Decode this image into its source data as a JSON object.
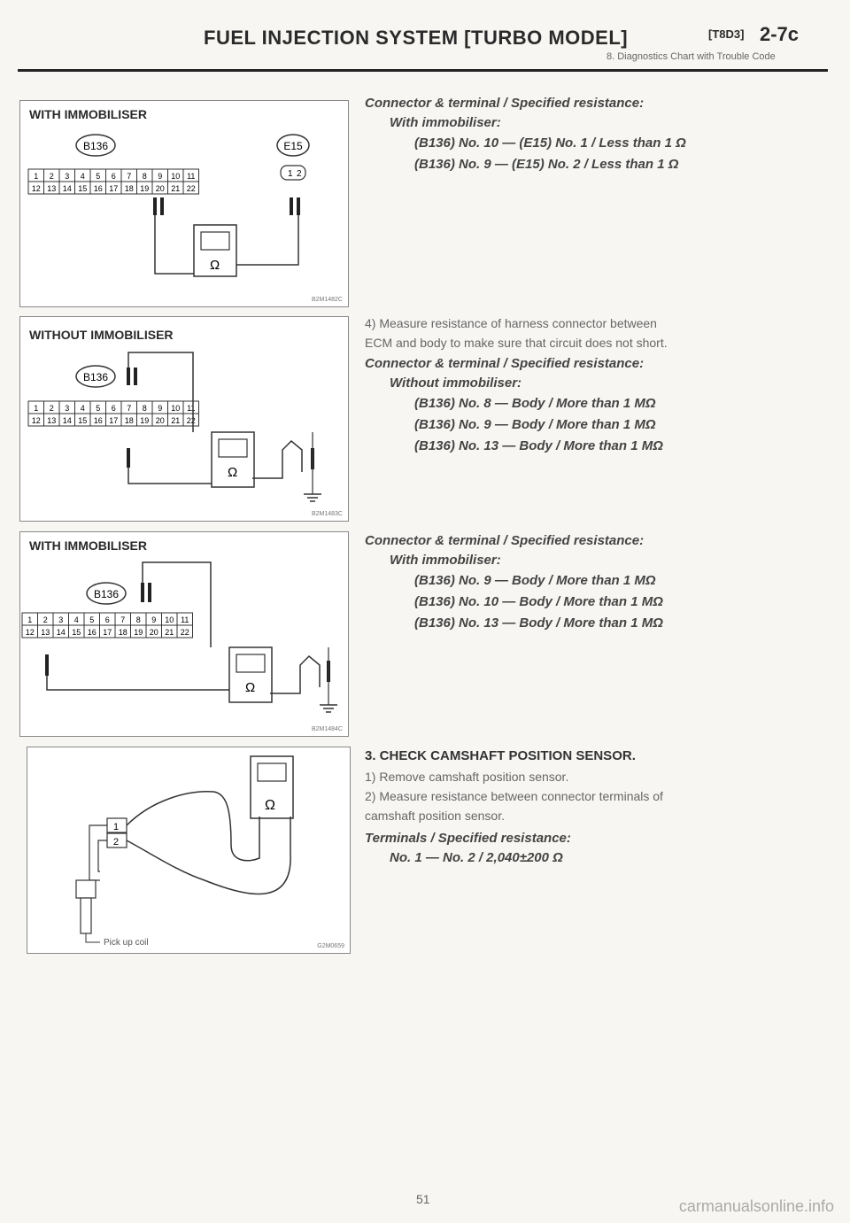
{
  "header": {
    "title": "FUEL INJECTION SYSTEM [TURBO MODEL]",
    "code": "[T8D3]",
    "page": "2-7c",
    "subtitle": "8. Diagnostics Chart with Trouble Code"
  },
  "figures": [
    {
      "title": "WITH IMMOBILISER",
      "id": "B2M1482C",
      "connector_a": "B136",
      "connector_b": "E15",
      "pins_b": [
        "1",
        "2"
      ],
      "symbol": "Ω"
    },
    {
      "title": "WITHOUT IMMOBILISER",
      "id": "B2M1483C",
      "connector_a": "B136",
      "symbol": "Ω"
    },
    {
      "title": "WITH IMMOBILISER",
      "id": "B2M1484C",
      "connector_a": "B136",
      "symbol": "Ω"
    },
    {
      "title": "",
      "id": "G2M0659",
      "pins": [
        "1",
        "2"
      ],
      "label": "Pick up coil",
      "symbol": "Ω"
    }
  ],
  "connector_pins_top": [
    "1",
    "2",
    "3",
    "4",
    "5",
    "6",
    "7",
    "8",
    "9",
    "10",
    "11"
  ],
  "connector_pins_bottom": [
    "12",
    "13",
    "14",
    "15",
    "16",
    "17",
    "18",
    "19",
    "20",
    "21",
    "22"
  ],
  "block1": {
    "heading": "Connector & terminal / Specified resistance:",
    "sub": "With immobiliser:",
    "lines": [
      "(B136) No. 10 — (E15) No. 1 / Less than 1 Ω",
      "(B136) No. 9 — (E15) No. 2 / Less than 1 Ω"
    ]
  },
  "step4": {
    "line1": "4) Measure resistance of harness connector between",
    "line2": "ECM and body to make sure that circuit does not short."
  },
  "block2": {
    "heading": "Connector & terminal / Specified resistance:",
    "sub": "Without immobiliser:",
    "lines": [
      "(B136) No. 8 — Body / More than 1 MΩ",
      "(B136) No. 9 — Body / More than 1 MΩ",
      "(B136) No. 13 — Body / More than 1 MΩ"
    ]
  },
  "block3": {
    "heading": "Connector & terminal / Specified resistance:",
    "sub": "With immobiliser:",
    "lines": [
      "(B136) No. 9 — Body / More than 1 MΩ",
      "(B136) No. 10 — Body / More than 1 MΩ",
      "(B136) No. 13 — Body / More than 1 MΩ"
    ]
  },
  "step3": {
    "heading": "3. CHECK CAMSHAFT POSITION SENSOR.",
    "s1": "1) Remove camshaft position sensor.",
    "s2a": "2) Measure resistance between connector terminals of",
    "s2b": "camshaft position sensor.",
    "spec_heading": "Terminals / Specified resistance:",
    "spec_line": "No. 1 — No. 2 / 2,040±200 Ω"
  },
  "page_number": "51",
  "watermark": "carmanualsonline.info"
}
